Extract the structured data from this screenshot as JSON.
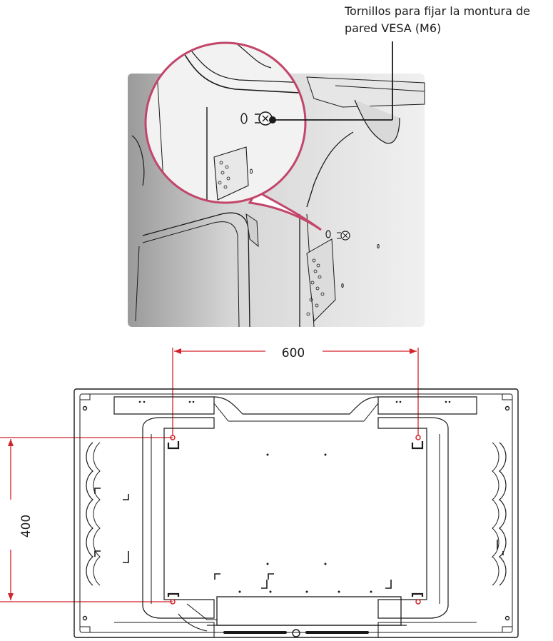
{
  "callout": {
    "label_line1": "Tornillos para fijar la montura de",
    "label_line2": "pared VESA (M6)"
  },
  "dimensions": {
    "horizontal": "600",
    "vertical": "400"
  },
  "colors": {
    "callout_ring": "#c2466a",
    "dimension_line": "#d2232a",
    "mount_hole": "#d2232a",
    "line_art": "#1a1a1a"
  }
}
